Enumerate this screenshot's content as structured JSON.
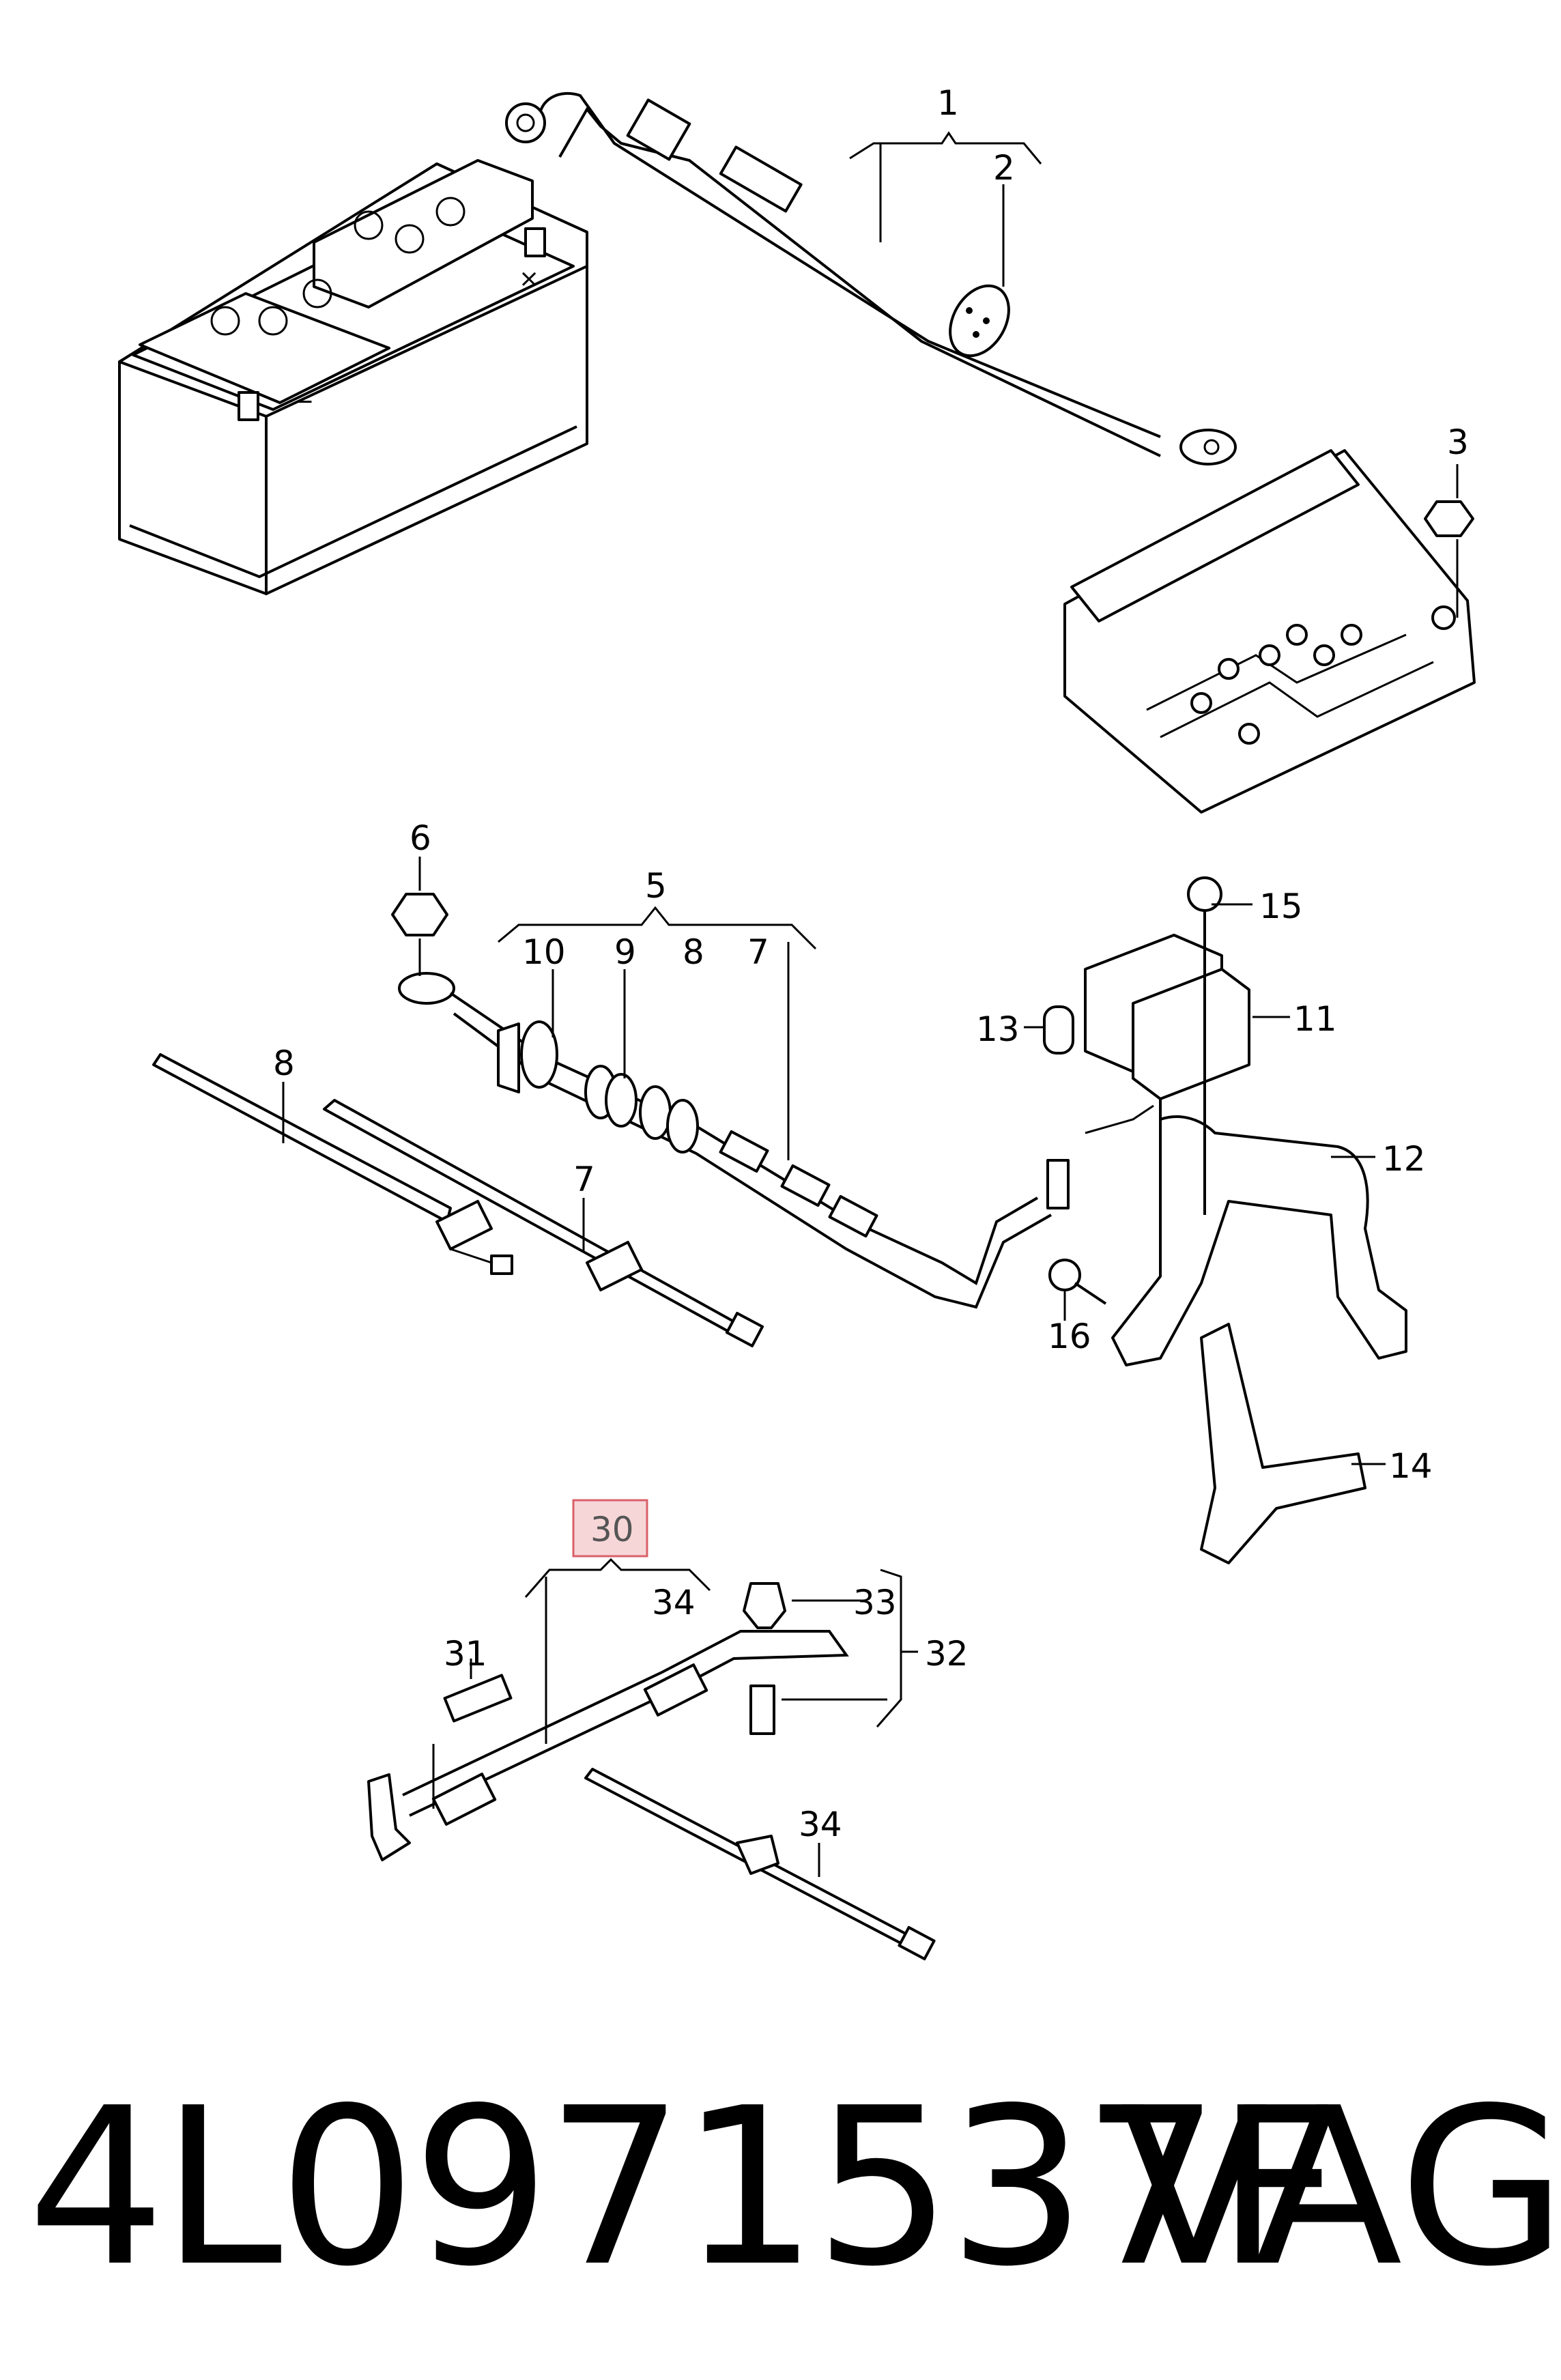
{
  "callouts": {
    "c1": "1",
    "c2": "2",
    "c3": "3",
    "c5": "5",
    "c6": "6",
    "c7a": "7",
    "c7b": "7",
    "c8a": "8",
    "c8b": "8",
    "c9": "9",
    "c10": "10",
    "c11": "11",
    "c12": "12",
    "c13": "13",
    "c14": "14",
    "c15": "15",
    "c16": "16",
    "c30": "30",
    "c31": "31",
    "c32": "32",
    "c33": "33",
    "c34a": "34",
    "c34b": "34",
    "battery_minus": "−",
    "battery_x": "×"
  },
  "highlight": {
    "color": "#f7d6d8",
    "border": "#d9606a"
  },
  "footer": {
    "part_number": "4L0971537F",
    "brand": "VAG"
  }
}
